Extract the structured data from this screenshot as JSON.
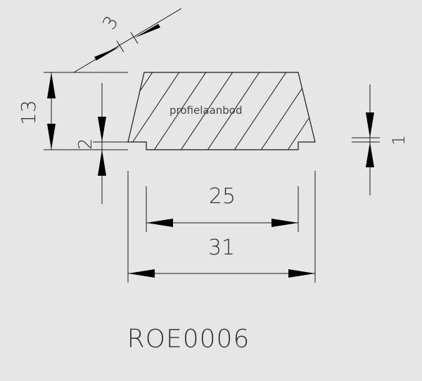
{
  "profile": {
    "watermark": "profielaanbod",
    "code": "ROE0006"
  },
  "dimensions": {
    "chamfer": "3",
    "height": "13",
    "step_left": "2",
    "step_right": "1",
    "inner_width": "25",
    "total_width": "31"
  },
  "colors": {
    "background": "#e6e6e6",
    "line": "#1a1a1a",
    "arrow": "#000000"
  }
}
